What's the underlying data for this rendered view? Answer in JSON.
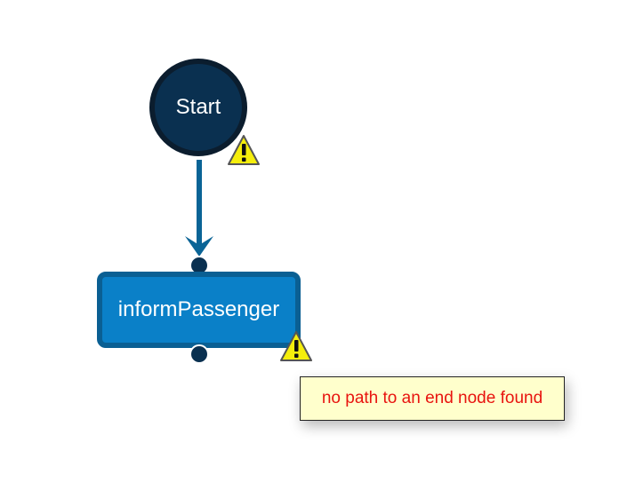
{
  "diagram": {
    "start_node": {
      "label": "Start"
    },
    "task_node": {
      "label": "informPassenger"
    },
    "edges": [
      {
        "from": "Start",
        "to": "informPassenger"
      }
    ],
    "warnings": [
      {
        "node": "Start",
        "icon": "warning-icon"
      },
      {
        "node": "informPassenger",
        "icon": "warning-icon"
      }
    ],
    "tooltip": {
      "text": "no path to an end node found"
    }
  },
  "colors": {
    "start_fill": "#0a3050",
    "start_border": "#0b1d2e",
    "task_fill": "#0a80c8",
    "task_border": "#0a5f93",
    "edge": "#0a6496",
    "warning_fill": "#f5ee0c",
    "tooltip_bg": "#ffffcc",
    "tooltip_text": "#e8140f"
  }
}
